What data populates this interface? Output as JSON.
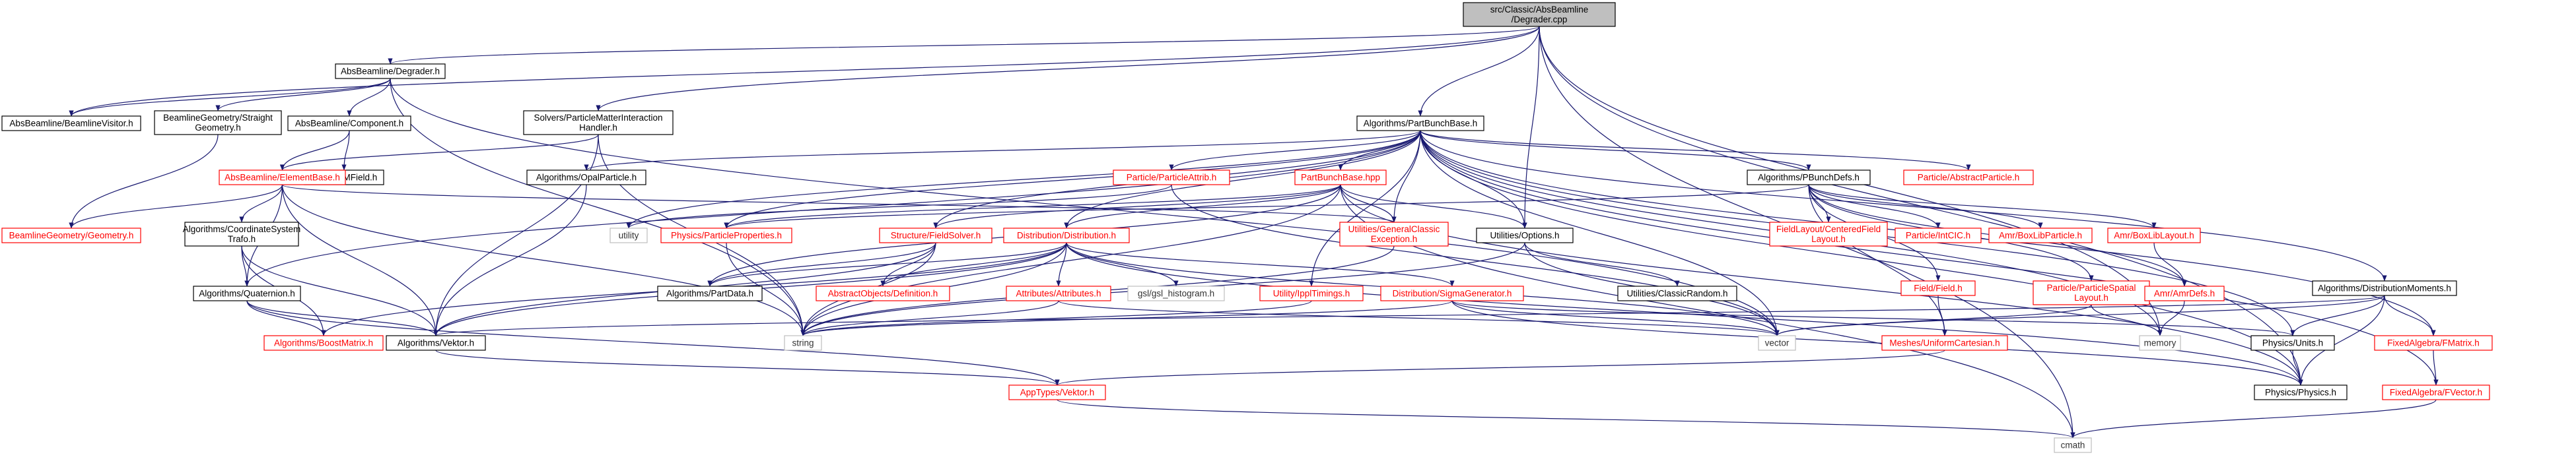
{
  "colors": {
    "normal_stroke": "#000000",
    "normal_text": "#000000",
    "red_stroke": "#ff0000",
    "red_text": "#ff0000",
    "gray_stroke": "#bfbfbf",
    "gray_text": "#333333",
    "root_fill": "#bfbfbf",
    "node_fill": "#ffffff",
    "edge": "#191970"
  },
  "nodes": [
    {
      "id": "root",
      "style": "root",
      "lines": [
        "src/Classic/AbsBeamline",
        "/Degrader.cpp"
      ]
    },
    {
      "id": "degrader_h",
      "style": "normal",
      "lines": [
        "AbsBeamline/Degrader.h"
      ]
    },
    {
      "id": "beamlinevisitor",
      "style": "normal",
      "lines": [
        "AbsBeamline/BeamlineVisitor.h"
      ]
    },
    {
      "id": "straightgeom",
      "style": "normal",
      "lines": [
        "BeamlineGeometry/Straight",
        "Geometry.h"
      ]
    },
    {
      "id": "component",
      "style": "normal",
      "lines": [
        "AbsBeamline/Component.h"
      ]
    },
    {
      "id": "emfield",
      "style": "normal",
      "lines": [
        "Fields/EMField.h"
      ]
    },
    {
      "id": "elementbase",
      "style": "red",
      "lines": [
        "AbsBeamline/ElementBase.h"
      ]
    },
    {
      "id": "geometry",
      "style": "red",
      "lines": [
        "BeamlineGeometry/Geometry.h"
      ]
    },
    {
      "id": "pmih",
      "style": "normal",
      "lines": [
        "Solvers/ParticleMatterInteraction",
        "Handler.h"
      ]
    },
    {
      "id": "partbunchbase",
      "style": "normal",
      "lines": [
        "Algorithms/PartBunchBase.h"
      ]
    },
    {
      "id": "coordsys",
      "style": "normal",
      "lines": [
        "Algorithms/CoordinateSystem",
        "Trafo.h"
      ]
    },
    {
      "id": "quaternion",
      "style": "normal",
      "lines": [
        "Algorithms/Quaternion.h"
      ]
    },
    {
      "id": "boostmatrix",
      "style": "red",
      "lines": [
        "Algorithms/BoostMatrix.h"
      ]
    },
    {
      "id": "vektor",
      "style": "normal",
      "lines": [
        "Algorithms/Vektor.h"
      ]
    },
    {
      "id": "string",
      "style": "gray",
      "lines": [
        "string"
      ]
    },
    {
      "id": "apptypesvektor",
      "style": "red",
      "lines": [
        "AppTypes/Vektor.h"
      ]
    },
    {
      "id": "cmath",
      "style": "gray",
      "lines": [
        "cmath"
      ]
    },
    {
      "id": "opalparticle",
      "style": "normal",
      "lines": [
        "Algorithms/OpalParticle.h"
      ]
    },
    {
      "id": "utility",
      "style": "gray",
      "lines": [
        "utility"
      ]
    },
    {
      "id": "particleattrib",
      "style": "red",
      "lines": [
        "Particle/ParticleAttrib.h"
      ]
    },
    {
      "id": "partbunchbasehpp",
      "style": "red",
      "lines": [
        "PartBunchBase.hpp"
      ]
    },
    {
      "id": "physprops",
      "style": "red",
      "lines": [
        "Physics/ParticleProperties.h"
      ]
    },
    {
      "id": "fieldsolver",
      "style": "red",
      "lines": [
        "Structure/FieldSolver.h"
      ]
    },
    {
      "id": "partdata",
      "style": "normal",
      "lines": [
        "Algorithms/PartData.h"
      ]
    },
    {
      "id": "distribution",
      "style": "red",
      "lines": [
        "Distribution/Distribution.h"
      ]
    },
    {
      "id": "absobjdef",
      "style": "red",
      "lines": [
        "AbstractObjects/Definition.h"
      ]
    },
    {
      "id": "attributes",
      "style": "red",
      "lines": [
        "Attributes/Attributes.h"
      ]
    },
    {
      "id": "gslhist",
      "style": "gray",
      "lines": [
        "gsl/gsl_histogram.h"
      ]
    },
    {
      "id": "sigmagen",
      "style": "red",
      "lines": [
        "Distribution/SigmaGenerator.h"
      ]
    },
    {
      "id": "ipplTimings",
      "style": "red",
      "lines": [
        "Utility/IpplTimings.h"
      ]
    },
    {
      "id": "genexc",
      "style": "red",
      "lines": [
        "Utilities/GeneralClassic",
        "Exception.h"
      ]
    },
    {
      "id": "options",
      "style": "normal",
      "lines": [
        "Utilities/Options.h"
      ]
    },
    {
      "id": "classicrandom",
      "style": "normal",
      "lines": [
        "Utilities/ClassicRandom.h"
      ]
    },
    {
      "id": "vector",
      "style": "gray",
      "lines": [
        "vector"
      ]
    },
    {
      "id": "pbunchdefs",
      "style": "normal",
      "lines": [
        "Algorithms/PBunchDefs.h"
      ]
    },
    {
      "id": "centeredfield",
      "style": "red",
      "lines": [
        "FieldLayout/CenteredField",
        "Layout.h"
      ]
    },
    {
      "id": "intcic",
      "style": "red",
      "lines": [
        "Particle/IntCIC.h"
      ]
    },
    {
      "id": "boxlibparticle",
      "style": "red",
      "lines": [
        "Amr/BoxLibParticle.h"
      ]
    },
    {
      "id": "boxliblayout",
      "style": "red",
      "lines": [
        "Amr/BoxLibLayout.h"
      ]
    },
    {
      "id": "fieldh",
      "style": "red",
      "lines": [
        "Field/Field.h"
      ]
    },
    {
      "id": "spatiallayout",
      "style": "red",
      "lines": [
        "Particle/ParticleSpatial",
        "Layout.h"
      ]
    },
    {
      "id": "amrdefs",
      "style": "red",
      "lines": [
        "Amr/AmrDefs.h"
      ]
    },
    {
      "id": "memory",
      "style": "gray",
      "lines": [
        "memory"
      ]
    },
    {
      "id": "uniformcart",
      "style": "red",
      "lines": [
        "Meshes/UniformCartesian.h"
      ]
    },
    {
      "id": "abstractparticle",
      "style": "red",
      "lines": [
        "Particle/AbstractParticle.h"
      ]
    },
    {
      "id": "distmoments",
      "style": "normal",
      "lines": [
        "Algorithms/DistributionMoments.h"
      ]
    },
    {
      "id": "units",
      "style": "normal",
      "lines": [
        "Physics/Units.h"
      ]
    },
    {
      "id": "physics",
      "style": "normal",
      "lines": [
        "Physics/Physics.h"
      ]
    },
    {
      "id": "fmatrix",
      "style": "red",
      "lines": [
        "FixedAlgebra/FMatrix.h"
      ]
    },
    {
      "id": "fvector",
      "style": "red",
      "lines": [
        "FixedAlgebra/FVector.h"
      ]
    }
  ],
  "edges": [
    [
      "root",
      "degrader_h"
    ],
    [
      "root",
      "beamlinevisitor"
    ],
    [
      "root",
      "pmih"
    ],
    [
      "root",
      "partbunchbase"
    ],
    [
      "root",
      "options"
    ],
    [
      "root",
      "memory"
    ],
    [
      "root",
      "physics"
    ],
    [
      "root",
      "cmath"
    ],
    [
      "degrader_h",
      "beamlinevisitor"
    ],
    [
      "degrader_h",
      "straightgeom"
    ],
    [
      "degrader_h",
      "component"
    ],
    [
      "degrader_h",
      "string"
    ],
    [
      "degrader_h",
      "vector"
    ],
    [
      "straightgeom",
      "geometry"
    ],
    [
      "component",
      "emfield"
    ],
    [
      "component",
      "elementbase"
    ],
    [
      "elementbase",
      "geometry"
    ],
    [
      "elementbase",
      "coordsys"
    ],
    [
      "elementbase",
      "quaternion"
    ],
    [
      "elementbase",
      "vektor"
    ],
    [
      "elementbase",
      "string"
    ],
    [
      "elementbase",
      "genexc"
    ],
    [
      "pmih",
      "elementbase"
    ],
    [
      "pmih",
      "vektor"
    ],
    [
      "pmih",
      "string"
    ],
    [
      "coordsys",
      "quaternion"
    ],
    [
      "coordsys",
      "vektor"
    ],
    [
      "coordsys",
      "boostmatrix"
    ],
    [
      "quaternion",
      "boostmatrix"
    ],
    [
      "quaternion",
      "vektor"
    ],
    [
      "quaternion",
      "apptypesvektor"
    ],
    [
      "vektor",
      "apptypesvektor"
    ],
    [
      "apptypesvektor",
      "cmath"
    ],
    [
      "partbunchbase",
      "opalparticle"
    ],
    [
      "partbunchbase",
      "utility"
    ],
    [
      "partbunchbase",
      "particleattrib"
    ],
    [
      "partbunchbase",
      "partbunchbasehpp"
    ],
    [
      "partbunchbase",
      "physprops"
    ],
    [
      "partbunchbase",
      "fieldsolver"
    ],
    [
      "partbunchbase",
      "distribution"
    ],
    [
      "partbunchbase",
      "genexc"
    ],
    [
      "partbunchbase",
      "options"
    ],
    [
      "partbunchbase",
      "pbunchdefs"
    ],
    [
      "partbunchbase",
      "abstractparticle"
    ],
    [
      "partbunchbase",
      "distmoments"
    ],
    [
      "partbunchbase",
      "units"
    ],
    [
      "partbunchbase",
      "physics"
    ],
    [
      "partbunchbase",
      "fmatrix"
    ],
    [
      "partbunchbase",
      "fvector"
    ],
    [
      "partbunchbase",
      "vector"
    ],
    [
      "partbunchbase",
      "quaternion"
    ],
    [
      "partbunchbase",
      "ipplTimings"
    ],
    [
      "partbunchbase",
      "memory"
    ],
    [
      "opalparticle",
      "vektor"
    ],
    [
      "particleattrib",
      "vector"
    ],
    [
      "particleattrib",
      "utility"
    ],
    [
      "partbunchbasehpp",
      "physprops"
    ],
    [
      "partbunchbasehpp",
      "genexc"
    ],
    [
      "partbunchbasehpp",
      "options"
    ],
    [
      "partbunchbasehpp",
      "fieldsolver"
    ],
    [
      "partbunchbasehpp",
      "distribution"
    ],
    [
      "partbunchbasehpp",
      "partdata"
    ],
    [
      "partbunchbasehpp",
      "cmath"
    ],
    [
      "partbunchbasehpp",
      "string"
    ],
    [
      "partbunchbasehpp",
      "physics"
    ],
    [
      "physprops",
      "string"
    ],
    [
      "fieldsolver",
      "absobjdef"
    ],
    [
      "fieldsolver",
      "partdata"
    ],
    [
      "fieldsolver",
      "vektor"
    ],
    [
      "fieldsolver",
      "string"
    ],
    [
      "distribution",
      "absobjdef"
    ],
    [
      "distribution",
      "partdata"
    ],
    [
      "distribution",
      "attributes"
    ],
    [
      "distribution",
      "gslhist"
    ],
    [
      "distribution",
      "sigmagen"
    ],
    [
      "distribution",
      "vektor"
    ],
    [
      "distribution",
      "boostmatrix"
    ],
    [
      "distribution",
      "string"
    ],
    [
      "distribution",
      "vector"
    ],
    [
      "distribution",
      "physics"
    ],
    [
      "attributes",
      "string"
    ],
    [
      "attributes",
      "vector"
    ],
    [
      "sigmagen",
      "string"
    ],
    [
      "sigmagen",
      "vector"
    ],
    [
      "sigmagen",
      "physics"
    ],
    [
      "sigmagen",
      "units"
    ],
    [
      "ipplTimings",
      "string"
    ],
    [
      "genexc",
      "string"
    ],
    [
      "options",
      "classicrandom"
    ],
    [
      "options",
      "string"
    ],
    [
      "options",
      "vector"
    ],
    [
      "pbunchdefs",
      "centeredfield"
    ],
    [
      "pbunchdefs",
      "intcic"
    ],
    [
      "pbunchdefs",
      "boxlibparticle"
    ],
    [
      "pbunchdefs",
      "boxliblayout"
    ],
    [
      "pbunchdefs",
      "fieldh"
    ],
    [
      "pbunchdefs",
      "spatiallayout"
    ],
    [
      "pbunchdefs",
      "amrdefs"
    ],
    [
      "pbunchdefs",
      "uniformcart"
    ],
    [
      "pbunchdefs",
      "physprops"
    ],
    [
      "fieldh",
      "uniformcart"
    ],
    [
      "spatiallayout",
      "vector"
    ],
    [
      "spatiallayout",
      "memory"
    ],
    [
      "boxliblayout",
      "amrdefs"
    ],
    [
      "amrdefs",
      "memory"
    ],
    [
      "uniformcart",
      "apptypesvektor"
    ],
    [
      "distmoments",
      "vector"
    ],
    [
      "distmoments",
      "units"
    ],
    [
      "distmoments",
      "physics"
    ],
    [
      "distmoments",
      "fmatrix"
    ],
    [
      "distmoments",
      "vektor"
    ],
    [
      "units",
      "physics"
    ],
    [
      "fmatrix",
      "fvector"
    ],
    [
      "fvector",
      "cmath"
    ]
  ]
}
